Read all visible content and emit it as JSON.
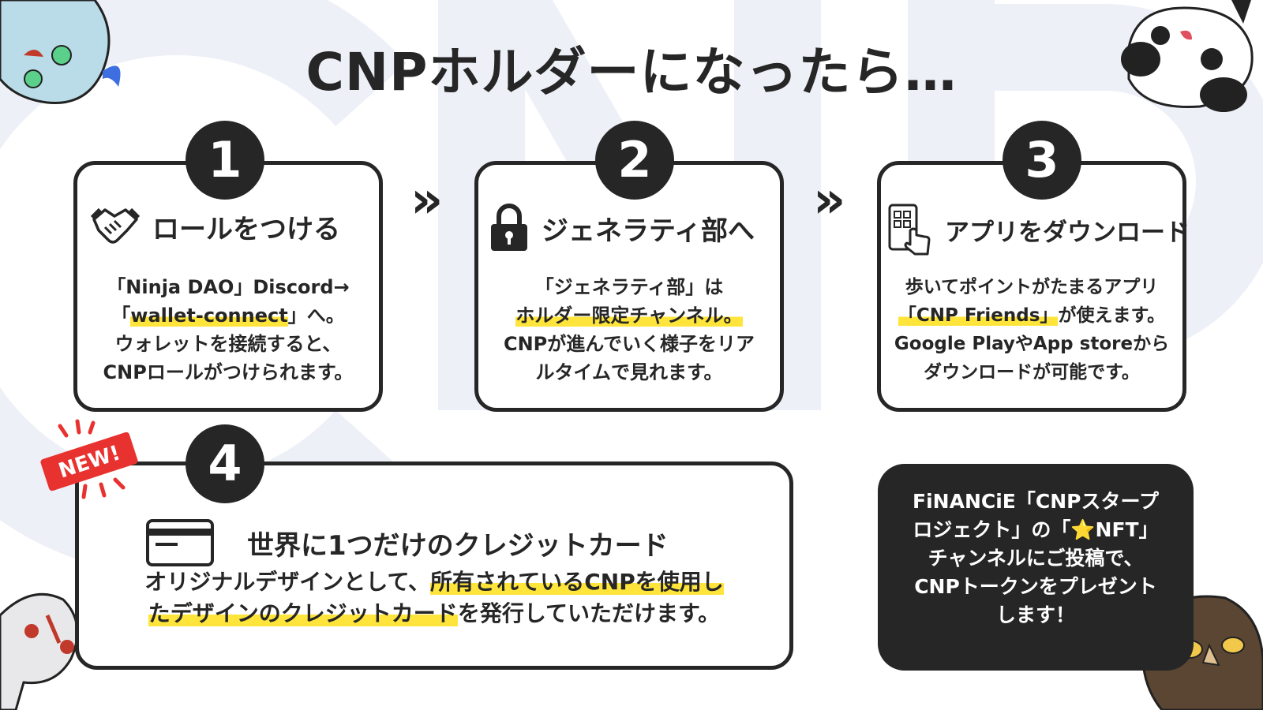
{
  "title": "CNPホルダーになったら…",
  "steps": [
    {
      "number": "1",
      "heading": "ロールをつける",
      "icon": "handshake-icon",
      "lines": [
        {
          "pre": "「Ninja DAO」Discord→",
          "hl": "",
          "post": ""
        },
        {
          "pre": "「",
          "hl": "wallet-connect",
          "post": "」へ。"
        },
        {
          "pre": "ウォレットを接続すると、",
          "hl": "",
          "post": ""
        },
        {
          "pre": "CNPロールがつけられます。",
          "hl": "",
          "post": ""
        }
      ]
    },
    {
      "number": "2",
      "heading": "ジェネラティ部へ",
      "icon": "lock-icon",
      "lines": [
        {
          "pre": "「ジェネラティ部」は",
          "hl": "",
          "post": ""
        },
        {
          "pre": "",
          "hl": "ホルダー限定チャンネル。",
          "post": ""
        },
        {
          "pre": "CNPが進んでいく様子をリア",
          "hl": "",
          "post": ""
        },
        {
          "pre": "ルタイムで見れます。",
          "hl": "",
          "post": ""
        }
      ]
    },
    {
      "number": "3",
      "heading": "アプリをダウンロード",
      "icon": "phone-tap-icon",
      "lines": [
        {
          "pre": "歩いてポイントがたまるアプリ",
          "hl": "",
          "post": ""
        },
        {
          "pre": "",
          "hl": "「CNP Friends」",
          "post": "が使えます。"
        },
        {
          "pre": "Google PlayやApp storeから",
          "hl": "",
          "post": ""
        },
        {
          "pre": "ダウンロードが可能です。",
          "hl": "",
          "post": ""
        }
      ]
    },
    {
      "number": "4",
      "heading": "世界に1つだけのクレジットカード",
      "icon": "credit-card-icon",
      "lines": [
        {
          "pre": "オリジナルデザインとして、",
          "hl": "所有されているCNPを使用し",
          "post": ""
        },
        {
          "pre": "",
          "hl": "たデザインのクレジットカード",
          "post": "を発行していただけます。"
        }
      ]
    }
  ],
  "arrows": [
    "»",
    "»"
  ],
  "badge": "NEW!",
  "promo_lines": [
    "FiNANCiE「CNPスタープ",
    "ロジェクト」の「⭐NFT」",
    "チャンネルにご投稿で、",
    "CNPトークンをプレゼント",
    "します！"
  ],
  "colors": {
    "ink": "#262626",
    "highlight": "#ffe53b",
    "badge_red": "#e8322f",
    "watermark": "#eef0f8"
  }
}
